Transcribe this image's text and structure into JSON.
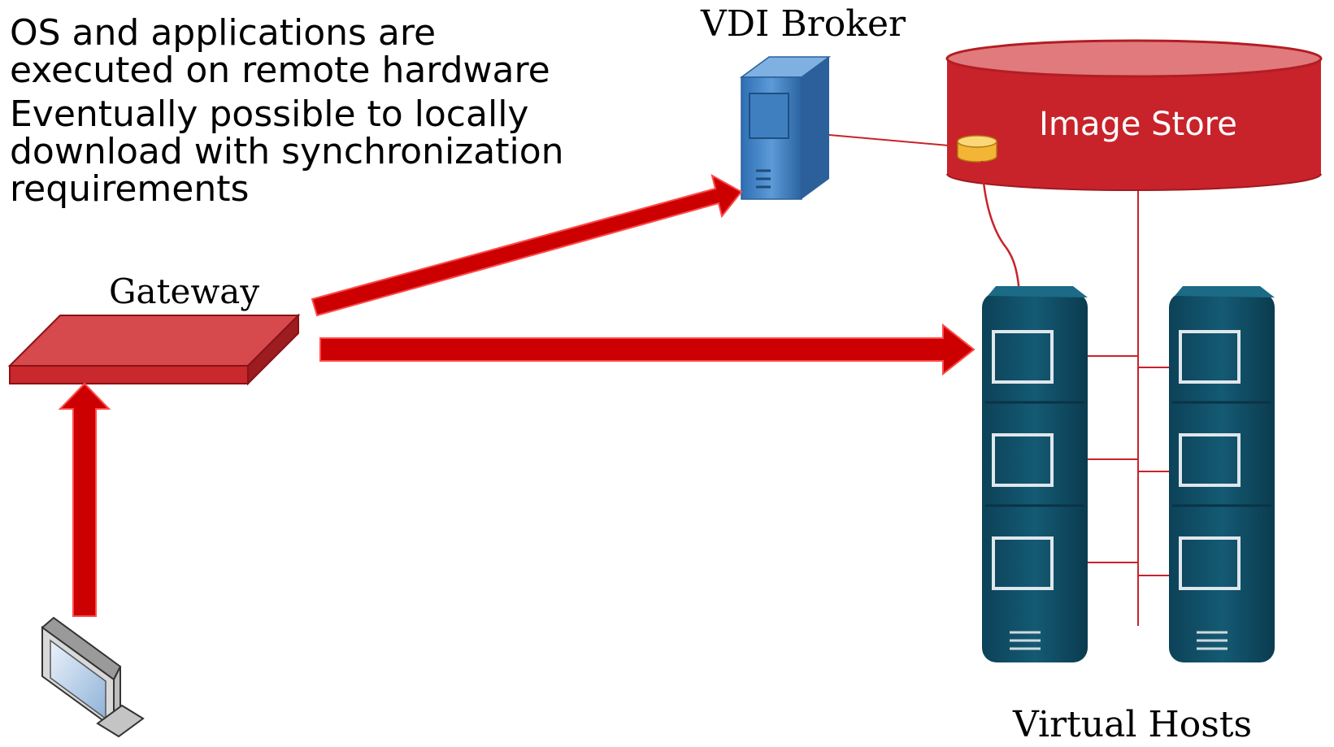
{
  "bullets": [
    "OS and applications are\nexecuted on remote hardware",
    "Eventually possible to locally\ndownload with synchronization\nrequirements"
  ],
  "labels": {
    "vdi_broker": "VDI Broker",
    "gateway": "Gateway",
    "image_store": "Image Store",
    "virtual_hosts": "Virtual Hosts"
  },
  "colors": {
    "arrow_red": "#cc0000",
    "gateway_red": "#c9282c",
    "store_red": "#c8232a",
    "host_teal": "#0f4f66",
    "broker_blue": "#4f8fcf"
  },
  "icons": [
    "monitor-icon",
    "server-icon",
    "database-icon",
    "host-server-icon"
  ]
}
